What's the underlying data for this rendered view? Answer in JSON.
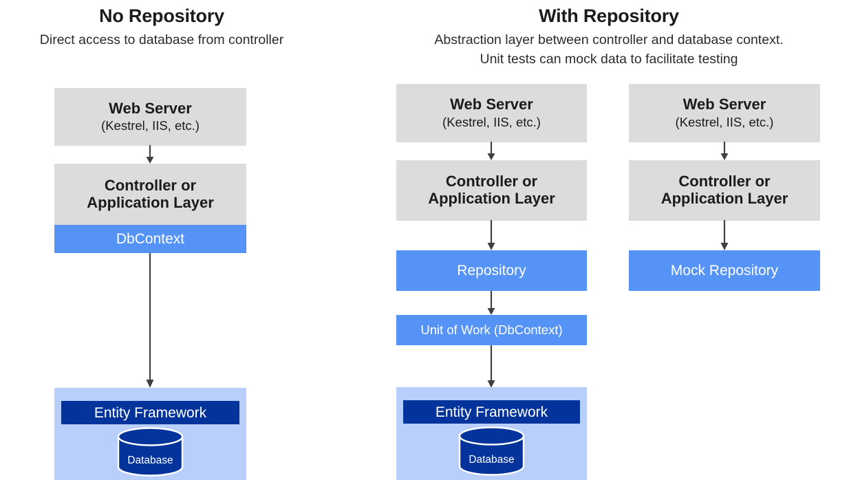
{
  "colors": {
    "gray_box": "#dcdcdc",
    "blue_box": "#5693f7",
    "ef_panel": "#b9cffb",
    "ef_bar": "#04339b",
    "database": "#04339b",
    "arrow": "#404040",
    "text_dark": "#1b1b1b",
    "text_light": "#ffffff",
    "background": "#ffffff"
  },
  "diagram": {
    "panels": [
      {
        "id": "no-repository",
        "title": "No Repository",
        "subtitle_lines": [
          "Direct access to database from controller"
        ]
      },
      {
        "id": "with-repository",
        "title": "With Repository",
        "subtitle_lines": [
          "Abstraction layer between controller and database context.",
          "Unit tests can mock data to facilitate testing"
        ]
      }
    ],
    "columns": [
      {
        "id": "column-no-repository",
        "nodes": [
          {
            "id": "web-server",
            "line1": "Web Server",
            "line2": "(Kestrel, IIS, etc.)",
            "style": "gray"
          },
          {
            "id": "controller",
            "line1": "Controller or",
            "line2": "Application Layer",
            "style": "gray"
          },
          {
            "id": "dbcontext",
            "line1": "DbContext",
            "line2": "",
            "style": "blue"
          },
          {
            "id": "entity-framework",
            "line1": "Entity Framework",
            "line2": "",
            "style": "ef-panel"
          }
        ],
        "database_label": "Database"
      },
      {
        "id": "column-with-repository",
        "nodes": [
          {
            "id": "web-server",
            "line1": "Web Server",
            "line2": "(Kestrel, IIS, etc.)",
            "style": "gray"
          },
          {
            "id": "controller",
            "line1": "Controller or",
            "line2": "Application Layer",
            "style": "gray"
          },
          {
            "id": "repository",
            "line1": "Repository",
            "line2": "",
            "style": "blue"
          },
          {
            "id": "unit-of-work",
            "line1": "Unit of Work (DbContext)",
            "line2": "",
            "style": "blue-small"
          },
          {
            "id": "entity-framework",
            "line1": "Entity Framework",
            "line2": "",
            "style": "ef-panel"
          }
        ],
        "database_label": "Database"
      },
      {
        "id": "column-mock-repository",
        "nodes": [
          {
            "id": "web-server",
            "line1": "Web Server",
            "line2": "(Kestrel, IIS, etc.)",
            "style": "gray"
          },
          {
            "id": "controller",
            "line1": "Controller or",
            "line2": "Application Layer",
            "style": "gray"
          },
          {
            "id": "mock-repository",
            "line1": "Mock Repository",
            "line2": "",
            "style": "blue"
          }
        ]
      }
    ]
  }
}
